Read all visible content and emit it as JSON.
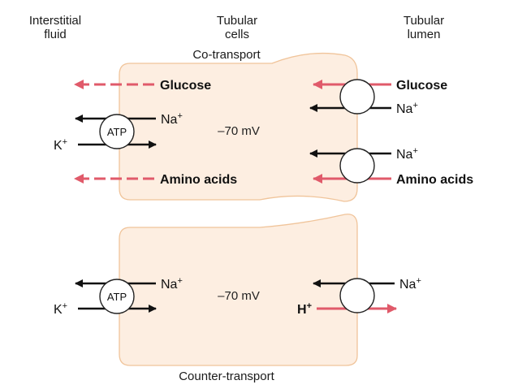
{
  "headers": {
    "interstitial_line1": "Interstitial",
    "interstitial_line2": "fluid",
    "tubular_cells_line1": "Tubular",
    "tubular_cells_line2": "cells",
    "tubular_lumen_line1": "Tubular",
    "tubular_lumen_line2": "lumen"
  },
  "cotransport": {
    "title": "Co-transport",
    "glucose_left": "Glucose",
    "glucose_right": "Glucose",
    "na_basal": "Na",
    "na_lumen_1": "Na",
    "na_lumen_2": "Na",
    "k_basal": "K",
    "atp": "ATP",
    "potential": "–70 mV",
    "amino_left": "Amino acids",
    "amino_right": "Amino acids"
  },
  "countertransport": {
    "title": "Counter-transport",
    "na_basal": "Na",
    "k_basal": "K",
    "atp": "ATP",
    "potential": "–70 mV",
    "na_lumen": "Na",
    "h_lumen": "H"
  },
  "ion_charge": "+",
  "colors": {
    "cell_fill": "#fdeee1",
    "cell_stroke": "#f0c49a",
    "pink_arrow": "#e05a6a",
    "black_arrow": "#111111"
  }
}
